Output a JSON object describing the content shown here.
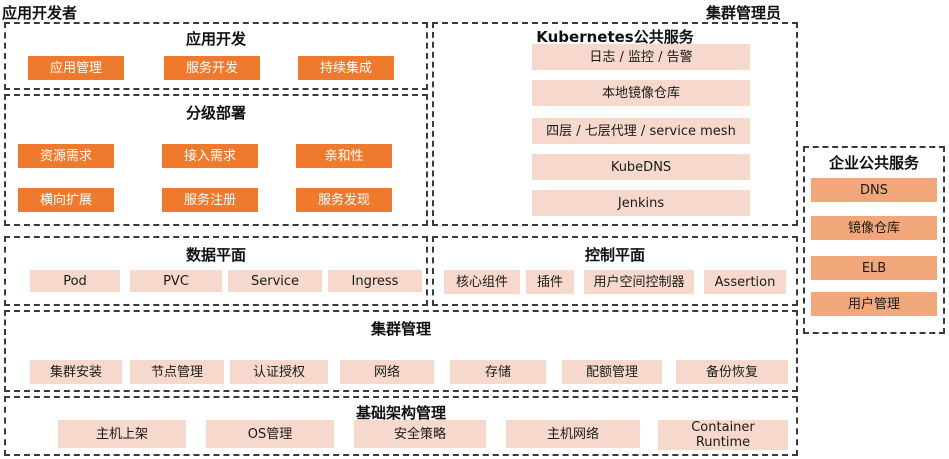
{
  "roles": {
    "developer": "应用开发者",
    "cluster_admin": "集群管理员"
  },
  "app_dev": {
    "title": "应用开发",
    "items": [
      "应用管理",
      "服务开发",
      "持续集成"
    ]
  },
  "deploy": {
    "title": "分级部署",
    "items": [
      "资源需求",
      "接入需求",
      "亲和性",
      "横向扩展",
      "服务注册",
      "服务发现"
    ]
  },
  "k8s": {
    "title": "Kubernetes公共服务",
    "items": [
      "日志 / 监控 / 告警",
      "本地镜像仓库",
      "四层 / 七层代理 / service mesh",
      "KubeDNS",
      "Jenkins"
    ]
  },
  "enterprise": {
    "title": "企业公共服务",
    "items": [
      "DNS",
      "镜像仓库",
      "ELB",
      "用户管理"
    ]
  },
  "data_plane": {
    "title": "数据平面",
    "items": [
      "Pod",
      "PVC",
      "Service",
      "Ingress"
    ]
  },
  "control_plane": {
    "title": "控制平面",
    "items": [
      "核心组件",
      "插件",
      "用户空间控制器",
      "Assertion"
    ]
  },
  "cluster_mgmt": {
    "title": "集群管理",
    "items": [
      "集群安装",
      "节点管理",
      "认证授权",
      "网络",
      "存储",
      "配额管理",
      "备份恢复"
    ]
  },
  "infra": {
    "title": "基础架构管理",
    "items": [
      "主机上架",
      "OS管理",
      "安全策略",
      "主机网络",
      "Container",
      "Runtime"
    ]
  },
  "colors": {
    "orange": "#ef7a2e",
    "pink": "#f6d9cc",
    "light_orange": "#f2a77a",
    "border": "#3a3a3a"
  }
}
